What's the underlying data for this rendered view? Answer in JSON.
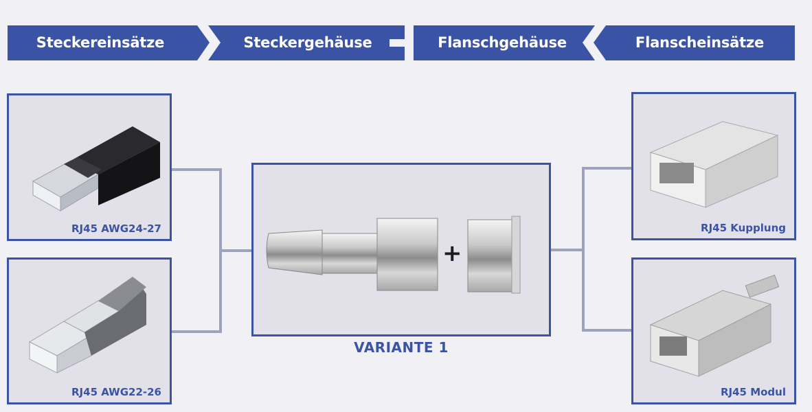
{
  "header": {
    "segments": [
      {
        "label": "Steckereinsätze"
      },
      {
        "label": "Steckergehäuse"
      },
      {
        "label": "Flanschgehäuse"
      },
      {
        "label": "Flanscheinsätze"
      }
    ],
    "joiner_icon": "plus-icon",
    "left_chevron_icon": "chevron-right-icon",
    "right_chevron_icon": "chevron-left-icon"
  },
  "left_column": {
    "items": [
      {
        "label": "RJ45 AWG24-27",
        "image": "rj45-plug-black"
      },
      {
        "label": "RJ45 AWG22-26",
        "image": "rj45-plug-grey"
      }
    ]
  },
  "center": {
    "label": "VARIANTE 1",
    "plus": "+",
    "images": [
      "plug-housing-metal",
      "flange-housing-metal"
    ]
  },
  "right_column": {
    "items": [
      {
        "label": "RJ45 Kupplung",
        "image": "rj45-coupler"
      },
      {
        "label": "RJ45 Modul",
        "image": "rj45-module"
      }
    ]
  },
  "colors": {
    "accent_blue": "#3a53a4",
    "background": "#f1f0f4",
    "box_fill": "#e2e1ea",
    "connector_line": "#9ea2ba"
  }
}
